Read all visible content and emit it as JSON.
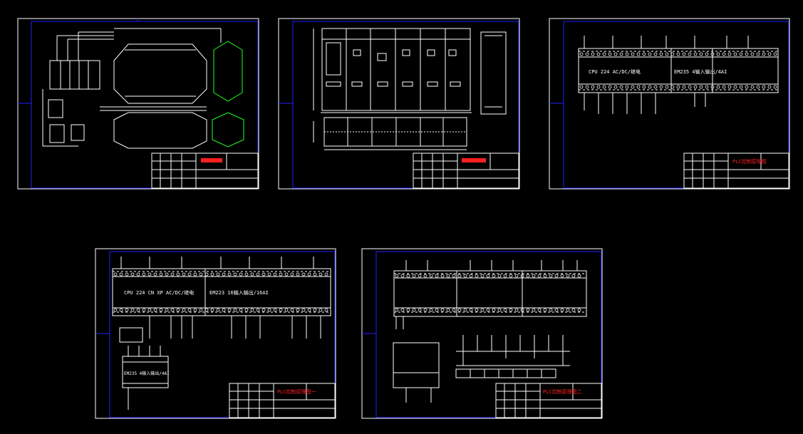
{
  "sheets": [
    {
      "id": "s1",
      "title_red": "",
      "cpu_text": "",
      "module_text": ""
    },
    {
      "id": "s2",
      "title_red": "",
      "cpu_text": "",
      "module_text": ""
    },
    {
      "id": "s3",
      "title_red": "PLC控制原理图",
      "cpu_text": "CPU 224 AC/DC/继电",
      "module_text": "EM235 4输入输出/4AI"
    },
    {
      "id": "s4",
      "title_red": "PLC控制原理图一",
      "cpu_text": "CPU 224 CN XP AC/DC/继电",
      "module_text": "EM223 16输入输出/16AI",
      "module2_text": "EM235 4输入输出/4AI"
    },
    {
      "id": "s5",
      "title_red": "PLC控制原理图二",
      "cpu_text": "",
      "module_text": ""
    }
  ],
  "colors": {
    "frame": "#2020ff",
    "line": "#ffffff",
    "accent": "#ff2020",
    "green": "#20ff20"
  }
}
